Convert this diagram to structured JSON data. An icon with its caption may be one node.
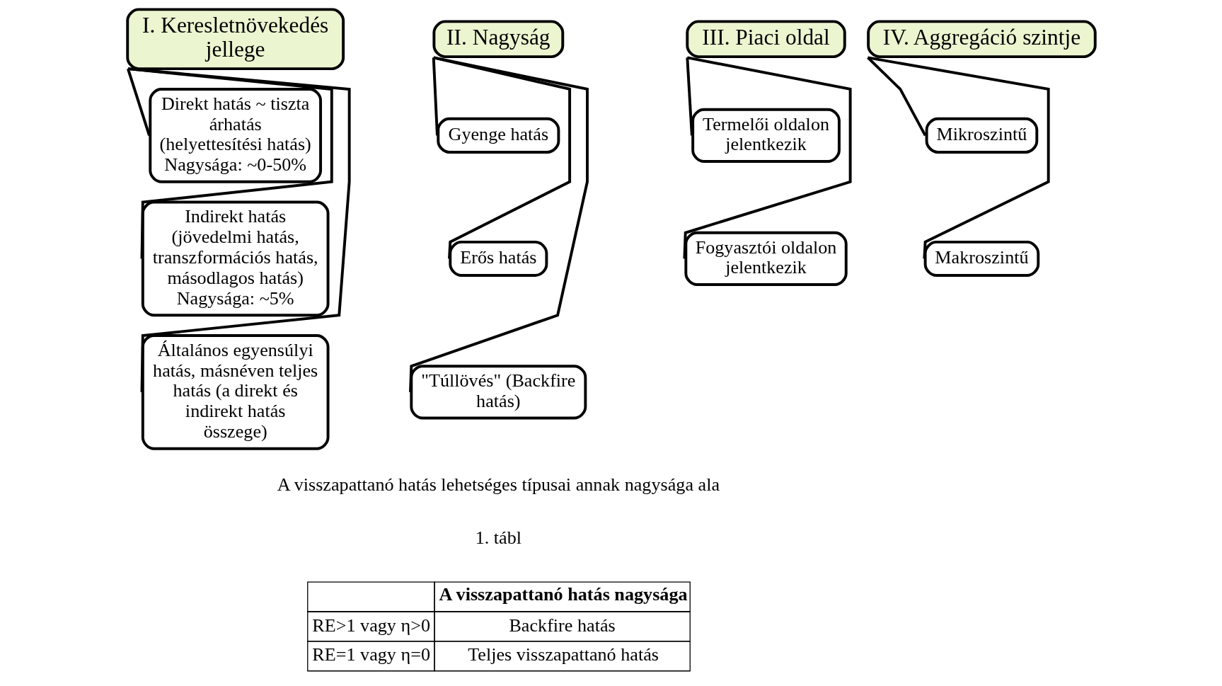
{
  "diagram": {
    "nodes": [
      {
        "text": [
          "I. Keresletnövekedés jellege"
        ]
      },
      {
        "text": [
          "Direkt hatás ~ tiszta árhatás (helyettesítési hatás)",
          "Nagysága: ~0-50%"
        ]
      },
      {
        "text": [
          "Indirekt hatás (jövedelmi hatás, transzformációs hatás, másodlagos hatás)",
          "Nagysága: ~5%"
        ]
      },
      {
        "text": [
          "Általános egyensúlyi hatás, másnéven teljes hatás (a direkt és indirekt hatás összege)"
        ]
      },
      {
        "text": [
          "II. Nagyság"
        ]
      },
      {
        "text": [
          "Gyenge hatás"
        ]
      },
      {
        "text": [
          "Erős hatás"
        ]
      },
      {
        "text": [
          "\"Túllövés\" (Backfire hatás)"
        ]
      },
      {
        "text": [
          "III. Piaci oldal"
        ]
      },
      {
        "text": [
          "Termelői oldalon jelentkezik"
        ]
      },
      {
        "text": [
          "Fogyasztói oldalon jelentkezik"
        ]
      },
      {
        "text": [
          "IV. Aggregáció szintje"
        ]
      },
      {
        "text": [
          "Mikroszintű"
        ]
      },
      {
        "text": [
          "Makroszintű"
        ]
      }
    ],
    "edges": [
      {
        "from": 0,
        "to": 1,
        "arrow": "none"
      },
      {
        "from": 0,
        "to": 2,
        "arrow": "none"
      },
      {
        "from": 0,
        "to": 3,
        "arrow": "none"
      },
      {
        "from": 4,
        "to": 5,
        "arrow": "none"
      },
      {
        "from": 4,
        "to": 6,
        "arrow": "none"
      },
      {
        "from": 4,
        "to": 7,
        "arrow": "none"
      },
      {
        "from": 8,
        "to": 9,
        "arrow": "none"
      },
      {
        "from": 8,
        "to": 10,
        "arrow": "none"
      },
      {
        "from": 11,
        "to": 12,
        "arrow": "none"
      },
      {
        "from": 11,
        "to": 13,
        "arrow": "none"
      }
    ],
    "labels": [
      "A visszapattanó hatás lehetséges típusai annak nagysága ala",
      "1. tábl",
      "A visszapattanó hatás nagysága",
      "RE>1 vagy η>0",
      "Backfire hatás",
      "RE=1 vagy η=0",
      "Teljes visszapattanó hatás"
    ]
  }
}
